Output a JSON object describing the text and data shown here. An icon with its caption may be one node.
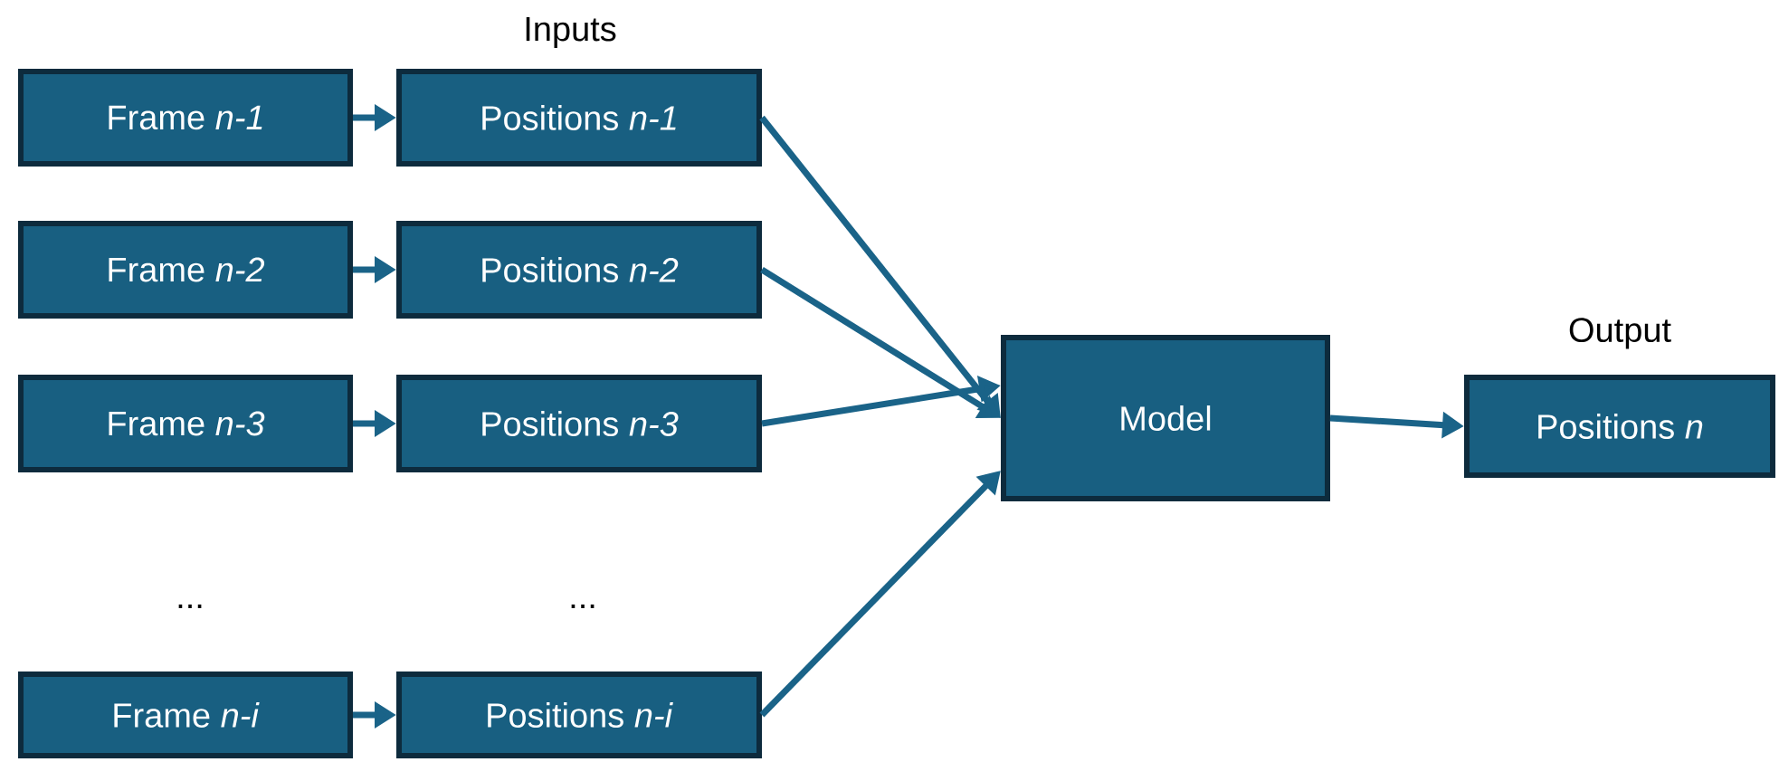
{
  "diagram": {
    "nodes": [
      {
        "text": [
          "Frame *n-1*"
        ]
      },
      {
        "text": [
          "Positions *n-1*"
        ]
      },
      {
        "text": [
          "Frame *n-2*"
        ]
      },
      {
        "text": [
          "Positions *n-2*"
        ]
      },
      {
        "text": [
          "Frame *n-3*"
        ]
      },
      {
        "text": [
          "Positions *n-3*"
        ]
      },
      {
        "text": [
          "Frame *n-i*"
        ]
      },
      {
        "text": [
          "Positions *n-i*"
        ]
      },
      {
        "text": [
          "Model"
        ]
      },
      {
        "text": [
          "Positions *n*"
        ],
        "beside": [
          "Output"
        ]
      }
    ],
    "edges": [
      {
        "from": 0,
        "to": 1,
        "arrow": "to"
      },
      {
        "from": 2,
        "to": 3,
        "arrow": "to"
      },
      {
        "from": 4,
        "to": 5,
        "arrow": "to"
      },
      {
        "from": 6,
        "to": 7,
        "arrow": "to"
      },
      {
        "from": 1,
        "to": 8,
        "arrow": "to"
      },
      {
        "from": 3,
        "to": 8,
        "arrow": "to"
      },
      {
        "from": 5,
        "to": 8,
        "arrow": "to"
      },
      {
        "from": 7,
        "to": 8,
        "arrow": "to"
      },
      {
        "from": 8,
        "to": 9,
        "arrow": "to"
      }
    ],
    "labels": [
      "Inputs",
      "...",
      "..."
    ]
  }
}
